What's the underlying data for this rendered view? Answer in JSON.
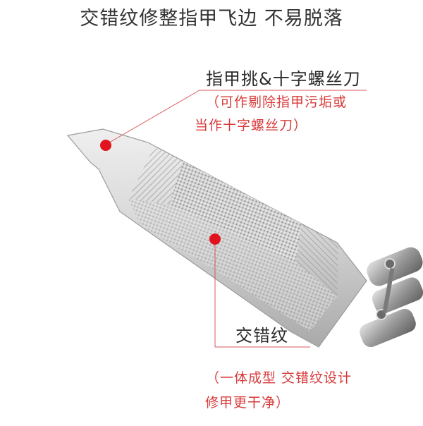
{
  "headline": "交错纹修整指甲飞边 不易脱落",
  "callouts": {
    "tip": {
      "title": "指甲挑&十字螺丝刀",
      "note_line1": "（可作剔除指甲污垢或",
      "note_line2": "当作十字螺丝刀）"
    },
    "crosshatch": {
      "title": "交错纹",
      "note_line1": "（一体成型 交错纹设计",
      "note_line2": "修甲更干净）"
    }
  },
  "colors": {
    "marker": "#e0141e",
    "leader_line": "#d9575c",
    "note_text": "#d83a3a",
    "metal": "#c9c9c9"
  }
}
